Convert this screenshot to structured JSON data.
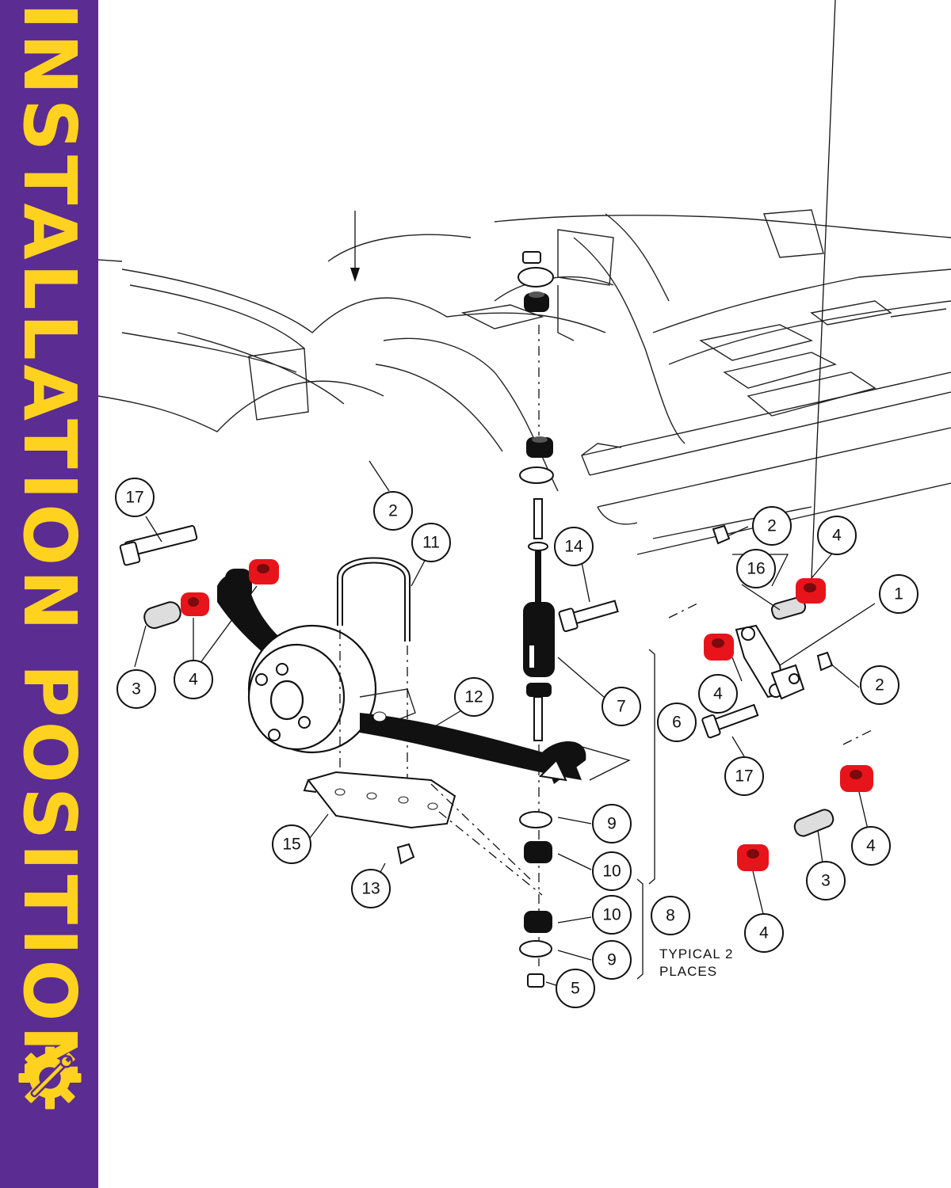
{
  "banner": {
    "text": "INSTALLATION POSITION",
    "icon": "gear-wrench-icon",
    "background": "#5b2c92",
    "text_color": "#ffd21f"
  },
  "diagram": {
    "note": [
      "TYPICAL 2",
      "PLACES"
    ],
    "callouts": {
      "c1": "1",
      "c2a": "2",
      "c2b": "2",
      "c2c": "2",
      "c3a": "3",
      "c3b": "3",
      "c4a": "4",
      "c4b": "4",
      "c4c": "4",
      "c4d": "4",
      "c4e": "4",
      "c5": "5",
      "c6": "6",
      "c7": "7",
      "c8": "8",
      "c9a": "9",
      "c9b": "9",
      "c10a": "10",
      "c10b": "10",
      "c11": "11",
      "c12": "12",
      "c13": "13",
      "c14": "14",
      "c15": "15",
      "c16": "16",
      "c17a": "17",
      "c17b": "17"
    },
    "bushing_color": "#e8141b"
  }
}
